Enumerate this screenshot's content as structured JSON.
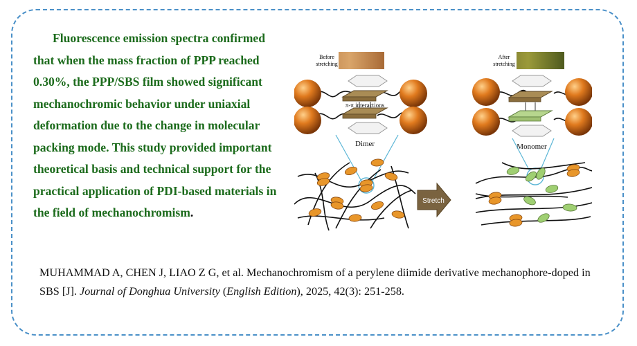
{
  "summary": {
    "text": "Fluorescence emission spectra confirmed that when the mass fraction of PPP reached 0.30%, the PPP/SBS film showed significant mechanochromic behavior under uniaxial deformation due to the change in molecular packing mode. This study provided important theoretical basis and technical support for the practical application of PDI-based materials in the field of mechanochromism",
    "period": "."
  },
  "figure": {
    "before_label_line1": "Before",
    "before_label_line2": "stretching",
    "after_label_line1": "After",
    "after_label_line2": "stretching",
    "pi_label": "π-π interactions",
    "dimer_label": "Dimer",
    "monomer_label": "Monomer",
    "arrow_label": "Stretch",
    "colors": {
      "sphere": "#d9711c",
      "dimer_chromophore": "#e8962a",
      "monomer_chromophore": "#9fcf72",
      "guide_line": "#5bb6d6",
      "arrow": "#7a6340"
    }
  },
  "citation": {
    "part1": "MUHAMMAD A, CHEN J, LIAO Z G, et al. Mechanochromism of a perylene diimide derivative mechanophore-doped in SBS [J]. ",
    "journal1": "Journal of Donghua University",
    "paren_open": " (",
    "journal2": "English Edition",
    "part2": "), 2025, 42(3): 251-258."
  }
}
